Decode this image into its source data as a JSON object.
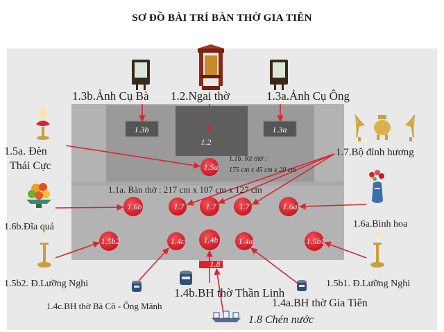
{
  "title": "SƠ ĐỒ BÀI TRÍ BÀN THỜ GIA TIÊN",
  "labels": {
    "anh_cu_ba": "1.3b.Ảnh Cụ Bà",
    "ngai_tho": "1.2.Ngai thờ",
    "anh_cu_ong": "1.3a.Ảnh Cụ Ông",
    "den_thai_cuc_1": "1.5a. Đèn",
    "den_thai_cuc_2": "Thái Cực",
    "bo_dinh_huong": "1.7.Bộ đỉnh hương",
    "ke_tho_1": "1.1b. Kệ thờ :",
    "ke_tho_2": "175 cm x 45 cm x 20 cm",
    "ban_tho": "1.1a. Bàn thờ : 217 cm x 107 cm x 127 cm",
    "dia_qua": "1.6b.Đĩa quả",
    "binh_hoa": "1.6a.Bình hoa",
    "luong_nghi_b2": "1.5b2. Đ.Lưỡng Nghi",
    "luong_nghi_b1": "1.5b1. Đ.Lưỡng Nghi",
    "bh_than_linh": "1.4b.BH thờ Thần Linh",
    "bh_ba_co": "1.4c.BH thờ Bà Cô - Ông Mãnh",
    "bh_gia_tien": "1.4a.BH thờ  Gia Tiên",
    "chen_nuoc": "1.8 Chén nước"
  },
  "boxes": {
    "b13b": "1.3b",
    "b12": "1.2",
    "b13a": "1.3a",
    "b18": "1.8"
  },
  "circles": {
    "c15a": "1.5a",
    "c16b": "1.6b",
    "c17l": "1.7",
    "c17m": "1.7",
    "c17r": "1.7",
    "c16a": "1.6a",
    "c15b2": "1.5b2",
    "c14c": "1.4c",
    "c14b": "1.4b",
    "c14a": "1.4a",
    "c15b1": "1.5b1"
  },
  "icons": [
    "portrait-frame-icon",
    "throne-chair-icon",
    "lotus-lamp-icon",
    "crane-incense-icon",
    "incense-burner-icon",
    "fruit-plate-icon",
    "flower-vase-icon",
    "candle-stand-icon",
    "incense-bowl-icon",
    "water-cups-icon"
  ],
  "colors": {
    "table": "#b3b3b3",
    "shelf": "#9a9a9a",
    "throne_box": "#5f5f5f",
    "photo_box": "#555555",
    "circle": "#e0202a",
    "arrow": "#d8262f",
    "floor": "#e9e9ea"
  }
}
